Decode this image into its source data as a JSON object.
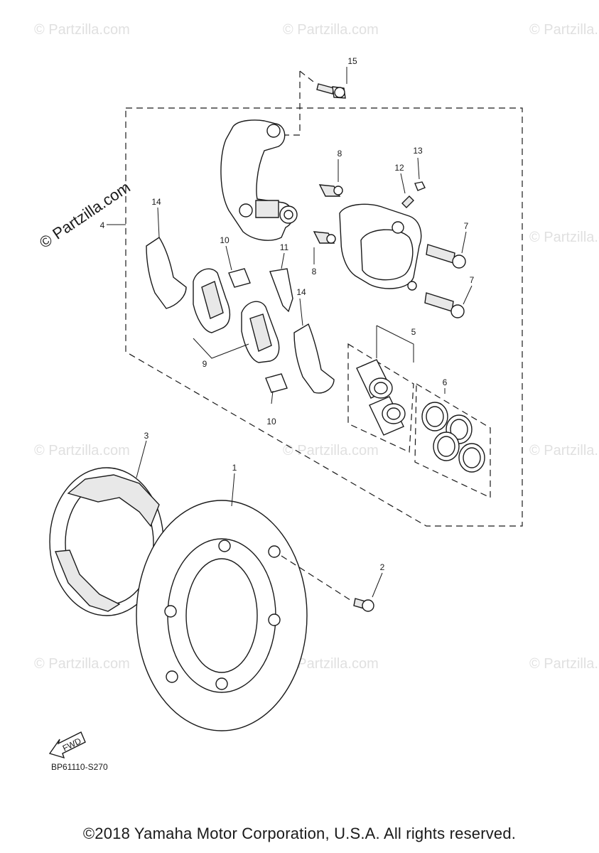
{
  "watermarks": {
    "small": "© Partzilla.com",
    "large": "© Partzilla.com"
  },
  "callouts": {
    "c1": "1",
    "c2": "2",
    "c3": "3",
    "c4": "4",
    "c5": "5",
    "c6": "6",
    "c7a": "7",
    "c7b": "7",
    "c8a": "8",
    "c8b": "8",
    "c9": "9",
    "c10a": "10",
    "c10b": "10",
    "c11": "11",
    "c12": "12",
    "c13": "13",
    "c14a": "14",
    "c14b": "14",
    "c15": "15"
  },
  "fwd_label": "FWD",
  "diagram_code": "BP61110-S270",
  "copyright": "©2018 Yamaha Motor Corporation, U.S.A. All rights reserved.",
  "colors": {
    "line": "#1a1a1a",
    "watermark": "#c8c8c8"
  }
}
